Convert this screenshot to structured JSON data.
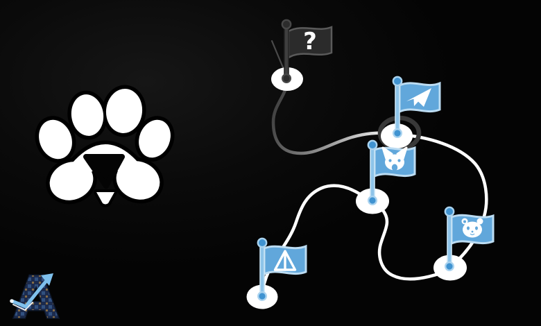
{
  "illustration": {
    "name": "telegram-tap-games-roadmap",
    "background": {
      "base": "#050505",
      "glow": "#171717"
    },
    "paw_logo": {
      "icon": "paws-paw-logo",
      "fill": "#ffffff",
      "outline": "#000000",
      "nose_cut": "#040404"
    },
    "watermark": {
      "letter": "A",
      "body_fill": "#1c2b4d",
      "pattern_accent": "#31507f",
      "pattern_gold": "#8a6f45",
      "outline": "#0c1628",
      "arrow_color": "#7fc0ec",
      "arrow_icon": "trend-arrow-icon"
    },
    "roadmap": {
      "base_fill": "#ffffff",
      "ring_color": "#383838",
      "path_white": "#ffffff",
      "path_start_gray": "#3f3f3f",
      "stray_line_color": "#4a4a4a",
      "blue_flag": {
        "banner": "#61a7db",
        "banner_border": "#bcdcf2",
        "pole": "#8ec4e9",
        "pole_border": "#c9e4f6",
        "knob": "#4093d1",
        "knob_ring": "#aad3ef",
        "icon_color": "#ffffff"
      },
      "dark_flag": {
        "banner": "#2b2b2b",
        "banner_border": "#5a5a5a",
        "pole": "#3f3f3f",
        "pole_border": "#242424",
        "knob": "#2c2c2c",
        "knob_ring": "#474747",
        "label_color": "#ffffff"
      },
      "milestones": [
        {
          "id": "mystery",
          "label": "?",
          "icon": "question-mark-flag",
          "flag_style": "dark",
          "highlighted_base": false
        },
        {
          "id": "telegram",
          "label": "",
          "icon": "telegram-paper-plane-icon",
          "flag_style": "blue",
          "highlighted_base": true
        },
        {
          "id": "dogs",
          "label": "",
          "icon": "dog-face-icon",
          "flag_style": "blue",
          "highlighted_base": false
        },
        {
          "id": "hamster",
          "label": "",
          "icon": "hamster-face-icon",
          "flag_style": "blue",
          "highlighted_base": false
        },
        {
          "id": "notcoin",
          "label": "",
          "icon": "notcoin-triangle-icon",
          "flag_style": "blue",
          "highlighted_base": false
        }
      ],
      "connections": [
        {
          "from": "mystery",
          "to": "telegram"
        },
        {
          "from": "telegram",
          "to": "hamster"
        },
        {
          "from": "hamster",
          "to": "dogs"
        },
        {
          "from": "dogs",
          "to": "notcoin"
        }
      ]
    }
  }
}
